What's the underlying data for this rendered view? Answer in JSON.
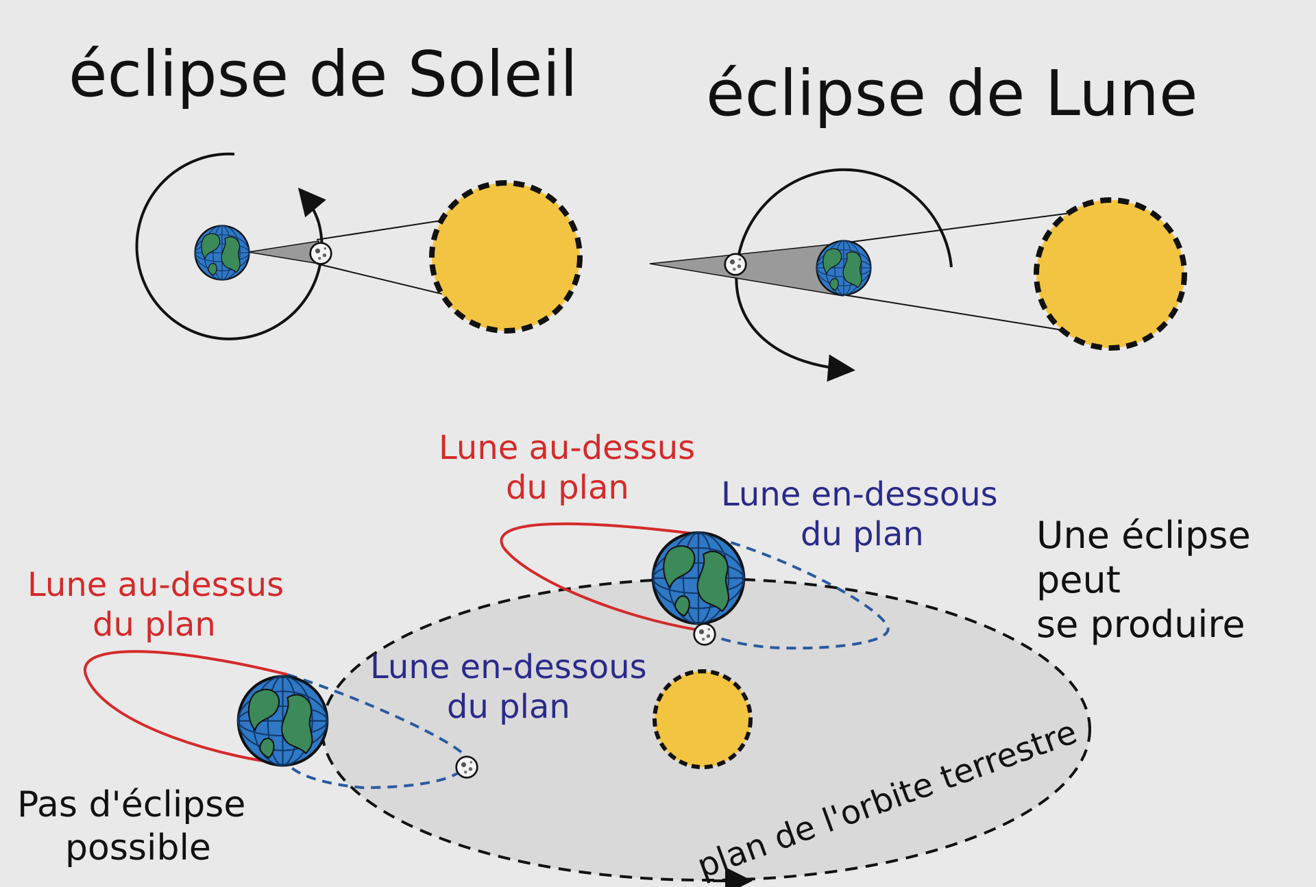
{
  "titles": {
    "solar_eclipse": "éclipse de Soleil",
    "lunar_eclipse": "éclipse de Lune"
  },
  "labels": {
    "left_above": [
      "Lune au-dessus",
      "du plan"
    ],
    "left_below": [
      "Lune en-dessous",
      "du plan"
    ],
    "right_above": [
      "Lune au-dessus",
      "du plan"
    ],
    "right_below": [
      "Lune en-dessous",
      "du plan"
    ],
    "no_eclipse": [
      "Pas d'éclipse",
      "possible"
    ],
    "eclipse_possible": [
      "Une éclipse",
      "peut",
      "se produire"
    ],
    "orbit_plane": "plan de l'orbite terrestre"
  },
  "colors": {
    "sun_fill": "#f2c442",
    "earth_ocean": "#2f78c6",
    "earth_land": "#3c8a5a",
    "orbit_above": "#d42a2a",
    "orbit_below": "#2a5aa0",
    "plane_fill": "#d9d9d9",
    "shadow": "#9a9a9a",
    "label_above": "#d42a2a",
    "label_below": "#2a2a8a"
  },
  "icons": [
    "sun-icon",
    "earth-icon",
    "moon-icon"
  ]
}
